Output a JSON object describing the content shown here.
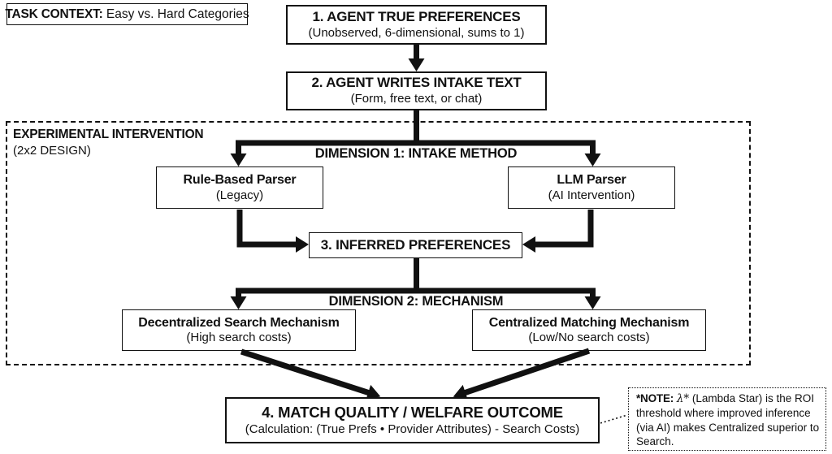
{
  "task_context": {
    "label": "TASK CONTEXT:",
    "text": "Easy vs. Hard Categories"
  },
  "boxes": {
    "step1": {
      "title": "1. AGENT TRUE PREFERENCES",
      "subtitle": "(Unobserved, 6-dimensional, sums to 1)"
    },
    "step2": {
      "title": "2. AGENT WRITES INTAKE TEXT",
      "subtitle": "(Form, free text, or chat)"
    },
    "step3": {
      "title": "3. INFERRED PREFERENCES"
    },
    "step4": {
      "title": "4. MATCH QUALITY / WELFARE OUTCOME",
      "subtitle": "(Calculation: (True Prefs • Provider Attributes) - Search Costs)"
    }
  },
  "intervention": {
    "label_line1": "EXPERIMENTAL INTERVENTION",
    "label_line2": "(2x2 DESIGN)",
    "dimension1": {
      "header": "DIMENSION 1: INTAKE METHOD",
      "left": {
        "title": "Rule-Based Parser",
        "subtitle": "(Legacy)"
      },
      "right": {
        "title": "LLM Parser",
        "subtitle": "(AI Intervention)"
      }
    },
    "dimension2": {
      "header": "DIMENSION 2: MECHANISM",
      "left": {
        "title": "Decentralized Search Mechanism",
        "subtitle": "(High search costs)"
      },
      "right": {
        "title": "Centralized Matching Mechanism",
        "subtitle": "(Low/No search costs)"
      }
    }
  },
  "note": {
    "label": "*NOTE:",
    "lambda": "λ*",
    "text": "(Lambda Star) is the ROI threshold where improved inference (via AI) makes Centralized superior to Search."
  },
  "colors": {
    "ink": "#111111",
    "background": "#ffffff"
  }
}
